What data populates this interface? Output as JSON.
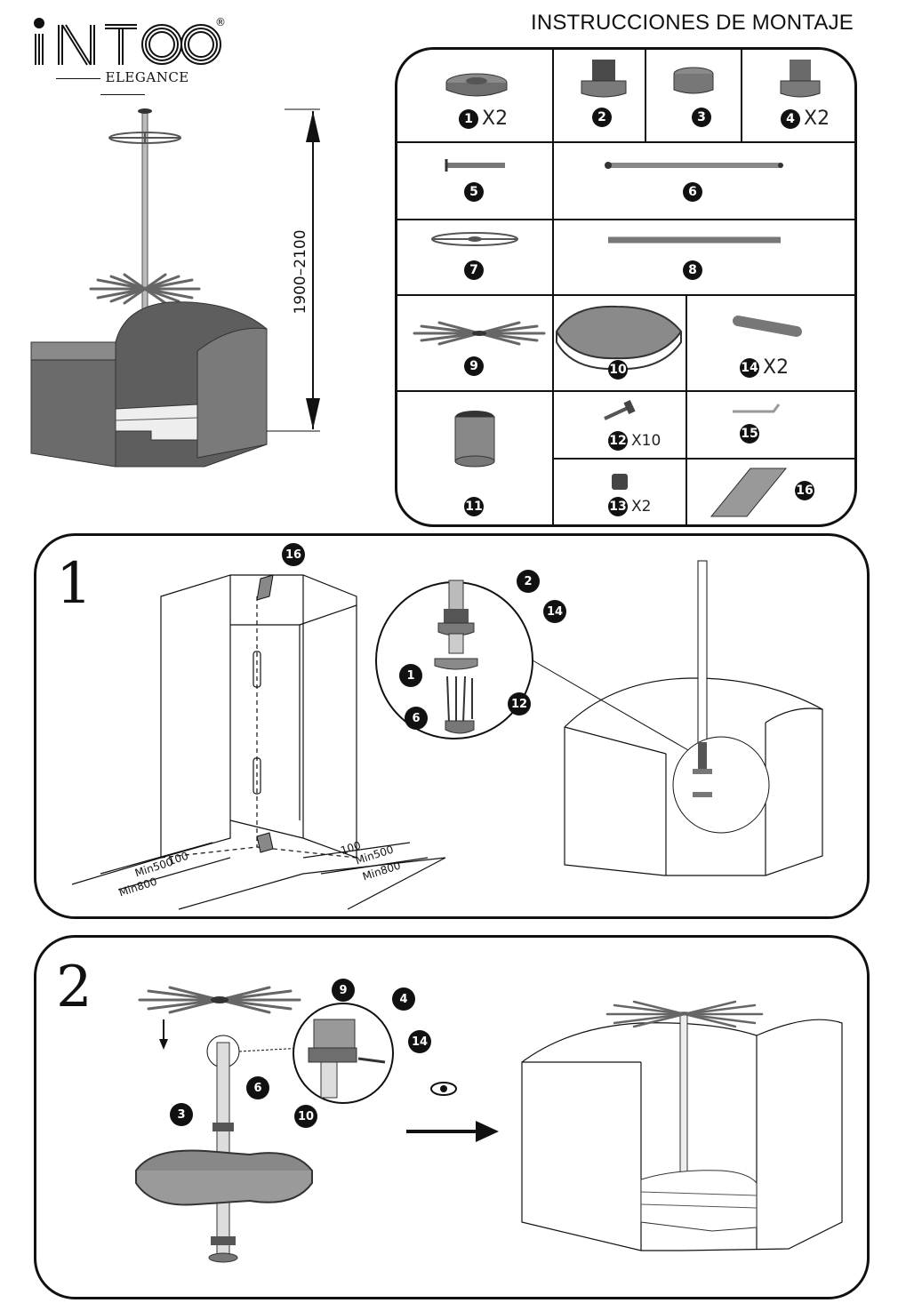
{
  "brand": {
    "logo_text": "iNTOO",
    "registered": "®",
    "sub": "ELEGANCE"
  },
  "header": {
    "title": "INSTRUCCIONES DE MONTAJE"
  },
  "overview": {
    "height_range": "1900–2100"
  },
  "parts": [
    {
      "num": "1",
      "qty": "X2"
    },
    {
      "num": "2",
      "qty": ""
    },
    {
      "num": "3",
      "qty": ""
    },
    {
      "num": "4",
      "qty": "X2"
    },
    {
      "num": "5",
      "qty": ""
    },
    {
      "num": "6",
      "qty": ""
    },
    {
      "num": "7",
      "qty": ""
    },
    {
      "num": "8",
      "qty": ""
    },
    {
      "num": "9",
      "qty": ""
    },
    {
      "num": "10",
      "qty": ""
    },
    {
      "num": "14",
      "qty": "X2"
    },
    {
      "num": "11",
      "qty": ""
    },
    {
      "num": "12",
      "qty": "X10"
    },
    {
      "num": "15",
      "qty": ""
    },
    {
      "num": "13",
      "qty": "X2"
    },
    {
      "num": "16",
      "qty": ""
    }
  ],
  "step1": {
    "number": "1",
    "callouts": [
      "16",
      "2",
      "14",
      "1",
      "12",
      "6"
    ],
    "dims": {
      "left_offset": "100",
      "left_min_inner": "Min500",
      "left_min_outer": "Min800",
      "right_offset": "100",
      "right_min_inner": "Min500",
      "right_min_outer": "Min800"
    }
  },
  "step2": {
    "number": "2",
    "callouts": [
      "9",
      "4",
      "14",
      "6",
      "3",
      "10"
    ]
  },
  "colors": {
    "ink": "#111111",
    "panel_gray": "#6b6b6b",
    "part_gray": "#8a8a8a",
    "paper": "#ffffff"
  }
}
